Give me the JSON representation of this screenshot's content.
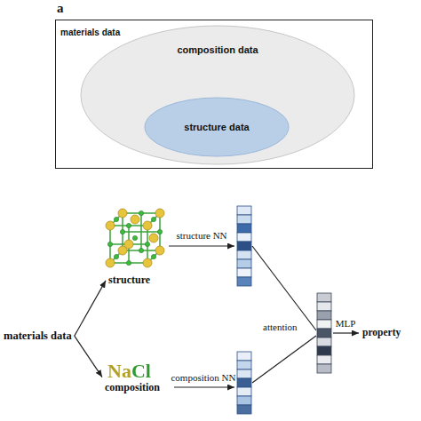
{
  "diagram": {
    "nodes": [
      {
        "text": [
          "materials data"
        ]
      },
      {
        "text": [
          "composition data"
        ],
        "in": 0
      },
      {
        "text": [
          "structure data"
        ],
        "in": 1
      },
      {
        "text": [
          "materials data"
        ]
      },
      {
        "text": [
          "structure"
        ]
      },
      {
        "text": [
          "NaCl",
          "composition"
        ]
      }
    ],
    "edges": [
      {
        "from": 3,
        "to": 4,
        "arrow": "to"
      },
      {
        "from": 3,
        "to": 5,
        "arrow": "to"
      }
    ],
    "labels": [
      "a",
      "structure NN",
      "composition NN",
      "attention",
      "MLP",
      "property"
    ]
  }
}
